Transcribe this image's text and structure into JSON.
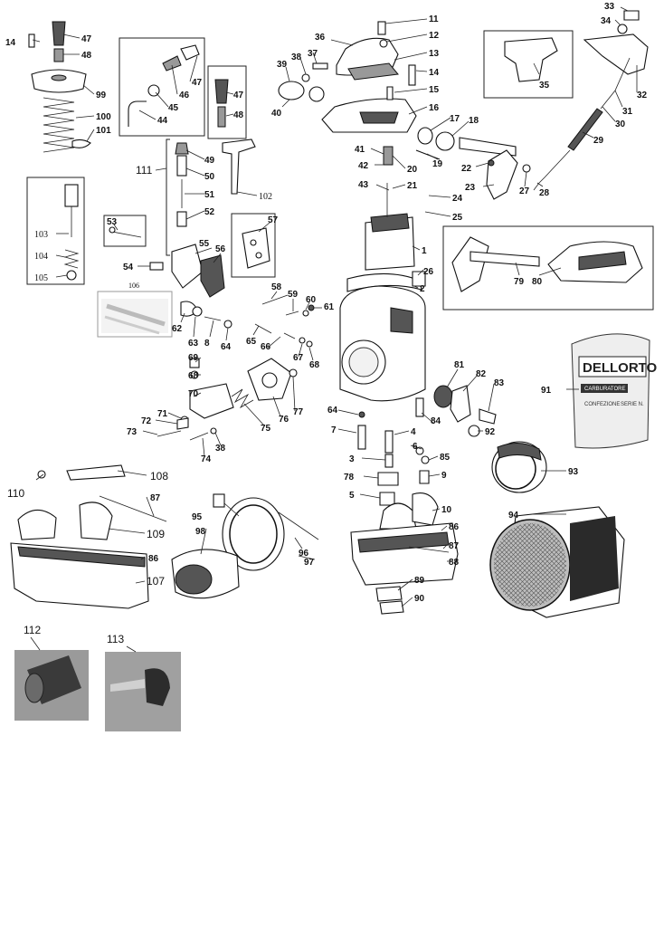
{
  "callouts": {
    "c1": "1",
    "c2": "2",
    "c3": "3",
    "c4": "4",
    "c5": "5",
    "c6": "6",
    "c7": "7",
    "c8": "8",
    "c9": "9",
    "c10": "10",
    "c11": "11",
    "c12": "12",
    "c13": "13",
    "c14a": "14",
    "c14b": "14",
    "c15": "15",
    "c16": "16",
    "c17": "17",
    "c18": "18",
    "c19": "19",
    "c20": "20",
    "c21": "21",
    "c22": "22",
    "c23": "23",
    "c24": "24",
    "c25": "25",
    "c26": "26",
    "c27": "27",
    "c28": "28",
    "c29": "29",
    "c30": "30",
    "c31": "31",
    "c32": "32",
    "c33": "33",
    "c34": "34",
    "c35": "35",
    "c36": "36",
    "c37": "37",
    "c38a": "38",
    "c38b": "38",
    "c39": "39",
    "c40": "40",
    "c41": "41",
    "c42": "42",
    "c43": "43",
    "c44": "44",
    "c45": "45",
    "c46": "46",
    "c47a": "47",
    "c47b": "47",
    "c47c": "47",
    "c48a": "48",
    "c48b": "48",
    "c49": "49",
    "c50": "50",
    "c51": "51",
    "c52": "52",
    "c53": "53",
    "c54": "54",
    "c55": "55",
    "c56": "56",
    "c57": "57",
    "c58": "58",
    "c59": "59",
    "c60": "60",
    "c61": "61",
    "c62": "62",
    "c63": "63",
    "c64a": "64",
    "c64b": "64",
    "c65": "65",
    "c66": "66",
    "c67": "67",
    "c68a": "68",
    "c68b": "68",
    "c69": "69",
    "c70": "70",
    "c71": "71",
    "c72": "72",
    "c73": "73",
    "c74": "74",
    "c75": "75",
    "c76": "76",
    "c77": "77",
    "c78": "78",
    "c79": "79",
    "c80": "80",
    "c81": "81",
    "c82": "82",
    "c83": "83",
    "c84": "84",
    "c85": "85",
    "c86a": "86",
    "c86b": "86",
    "c87a": "87",
    "c87b": "87",
    "c88": "88",
    "c89": "89",
    "c90": "90",
    "c91": "91",
    "c92": "92",
    "c93": "93",
    "c94": "94",
    "c95": "95",
    "c96": "96",
    "c97": "97",
    "c98": "98",
    "c99": "99",
    "c100": "100",
    "c101": "101",
    "c102": "102",
    "c103": "103",
    "c104": "104",
    "c105": "105",
    "c106": "106",
    "c107": "107",
    "c108": "108",
    "c109": "109",
    "c110": "110",
    "c111": "111",
    "c112": "112",
    "c113": "113"
  },
  "package": {
    "brand": "DELLORTO",
    "line1": "CARBURATORE",
    "line2": "CONFEZIONE",
    "line3": "SERIE N."
  },
  "colors": {
    "ink": "#111111",
    "photo_background": "#9a9a9a"
  }
}
